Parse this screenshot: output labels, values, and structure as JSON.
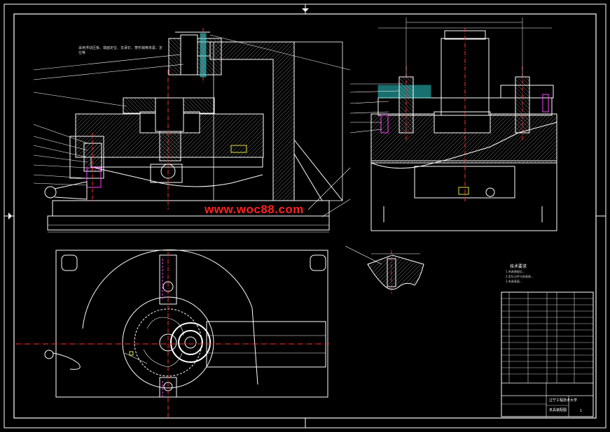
{
  "watermark": "www.woc88.com",
  "tech_requirements": {
    "title": "技术要求",
    "lines": [
      "1.夹具装配后...",
      "2.定位元件与夹具体...",
      "3.夹具表面..."
    ]
  },
  "note": "采用浮动压板、端面定位、支承钉、菱形销等夹紧、定位等",
  "title_block": {
    "school": "辽宁工程技术大学",
    "drawing_name": "夹具装配图",
    "sheet": "1"
  },
  "colors": {
    "background": "#000000",
    "lines": "#ffffff",
    "centerlines": "#ff3030",
    "highlight": "#ff40ff",
    "cyan": "#30e0e0",
    "yellow": "#e0e040"
  }
}
